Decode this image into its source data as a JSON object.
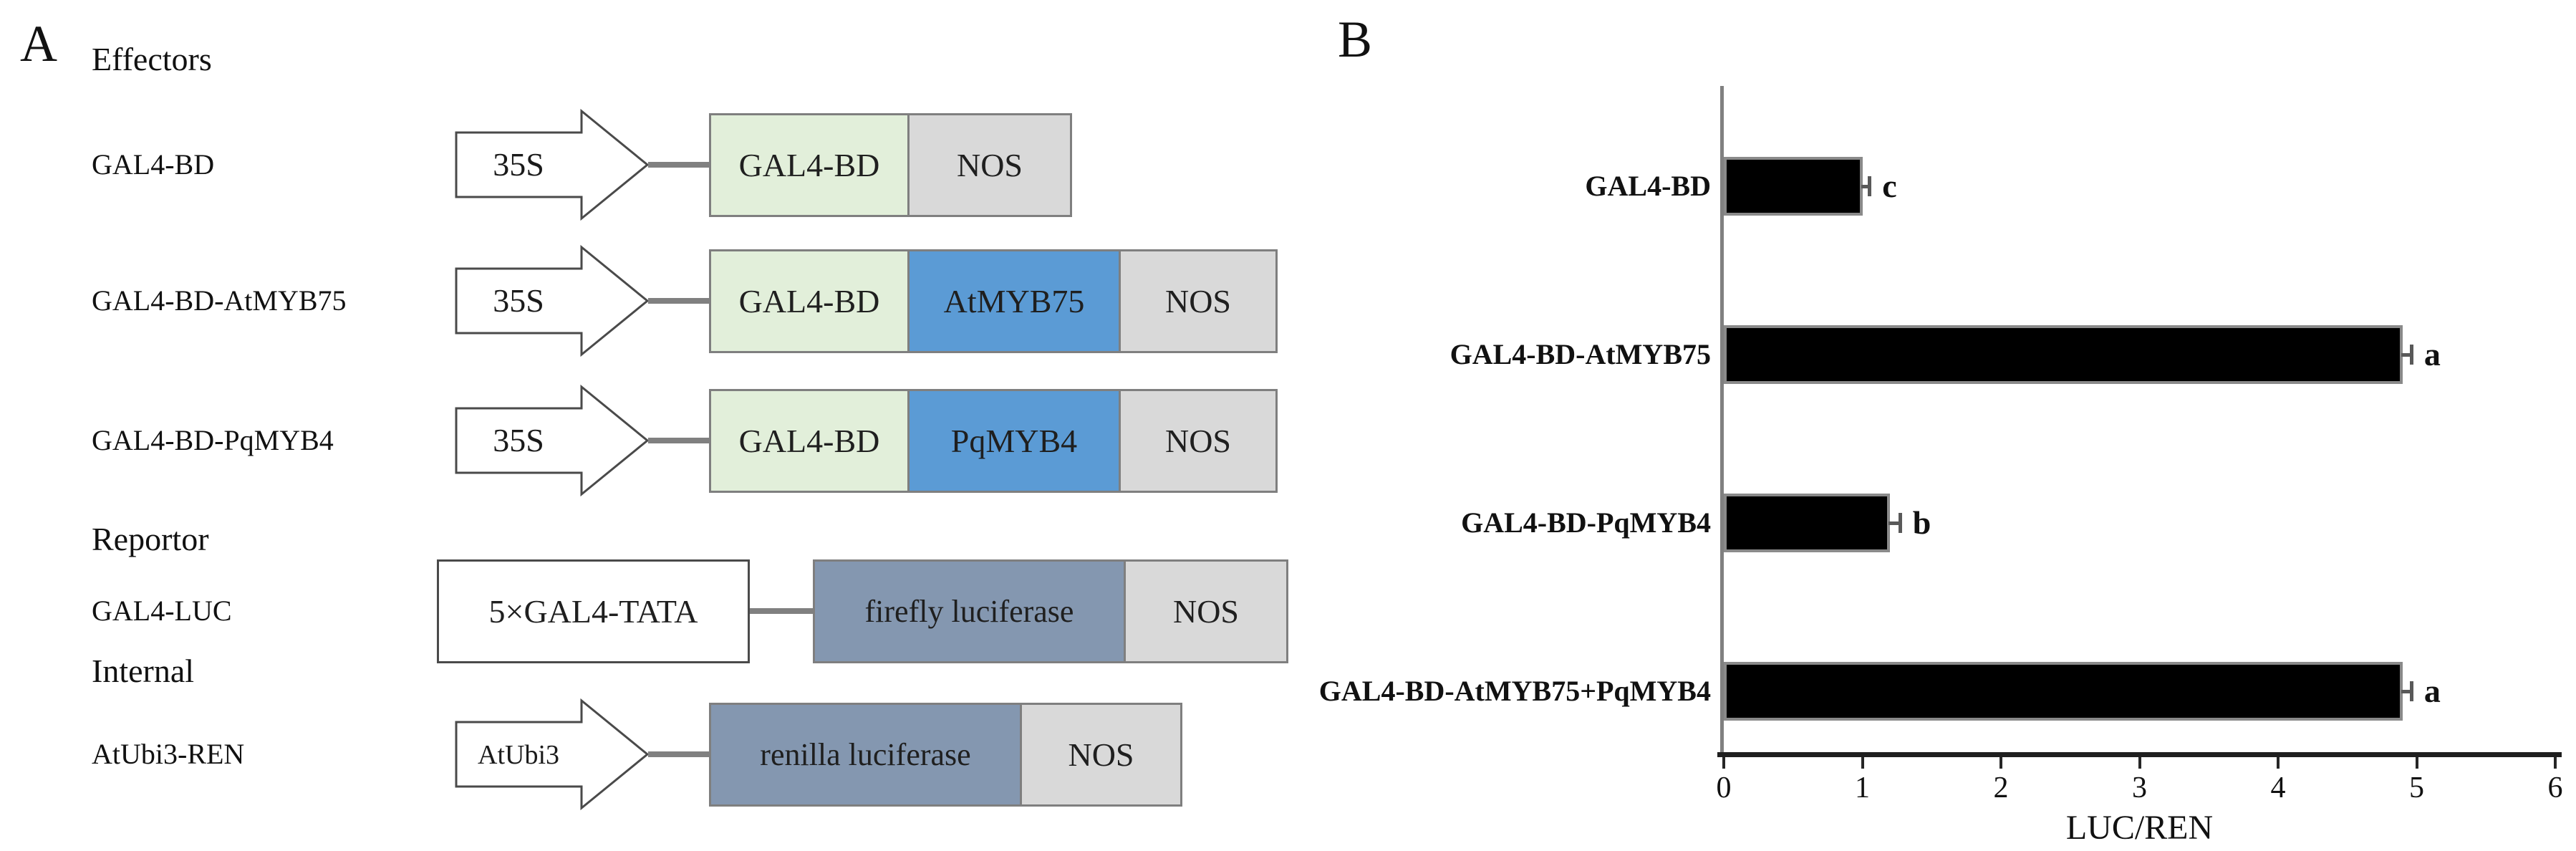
{
  "figure": {
    "panel_a": {
      "label": "A",
      "heading_effectors": "Effectors",
      "heading_reporter": "Reportor",
      "heading_internal": "Internal",
      "rows": [
        {
          "name": "GAL4-BD",
          "promoter": "35S",
          "segments": [
            {
              "text": "GAL4-BD"
            },
            {
              "text": "NOS"
            }
          ]
        },
        {
          "name": "GAL4-BD-AtMYB75",
          "promoter": "35S",
          "segments": [
            {
              "text": "GAL4-BD"
            },
            {
              "text": "AtMYB75"
            },
            {
              "text": "NOS"
            }
          ]
        },
        {
          "name": "GAL4-BD-PqMYB4",
          "promoter": "35S",
          "segments": [
            {
              "text": "GAL4-BD"
            },
            {
              "text": "PqMYB4"
            },
            {
              "text": "NOS"
            }
          ]
        },
        {
          "name": "GAL4-LUC",
          "promoter": "5×GAL4-TATA",
          "segments": [
            {
              "text": "firefly luciferase"
            },
            {
              "text": "NOS"
            }
          ]
        },
        {
          "name": "AtUbi3-REN",
          "promoter": "AtUbi3",
          "segments": [
            {
              "text": "renilla luciferase"
            },
            {
              "text": "NOS"
            }
          ]
        }
      ]
    },
    "panel_b": {
      "label": "B",
      "xlabel": "LUC/REN"
    },
    "colors": {
      "gal4bd_box": "#e2efda",
      "myb_box": "#5b9bd5",
      "terminator_box": "#d9d9d9",
      "luciferase_box": "#8497b0",
      "promoter_box": "#ffffff",
      "bar": "#000000"
    }
  },
  "chart_data": {
    "type": "bar",
    "orientation": "horizontal",
    "title": "",
    "categories": [
      "GAL4-BD",
      "GAL4-BD-AtMYB75",
      "GAL4-BD-PqMYB4",
      "GAL4-BD-AtMYB75+PqMYB4"
    ],
    "values": [
      1.0,
      4.9,
      1.2,
      4.9
    ],
    "errors": [
      0.04,
      0.05,
      0.06,
      0.05
    ],
    "sig_letters": [
      "c",
      "a",
      "b",
      "a"
    ],
    "xlabel": "LUC/REN",
    "ylabel": "",
    "xlim": [
      0,
      6
    ],
    "xticks": [
      0,
      1,
      2,
      3,
      4,
      5,
      6
    ],
    "grid": false,
    "legend": "none",
    "bar_color": "#000000"
  }
}
